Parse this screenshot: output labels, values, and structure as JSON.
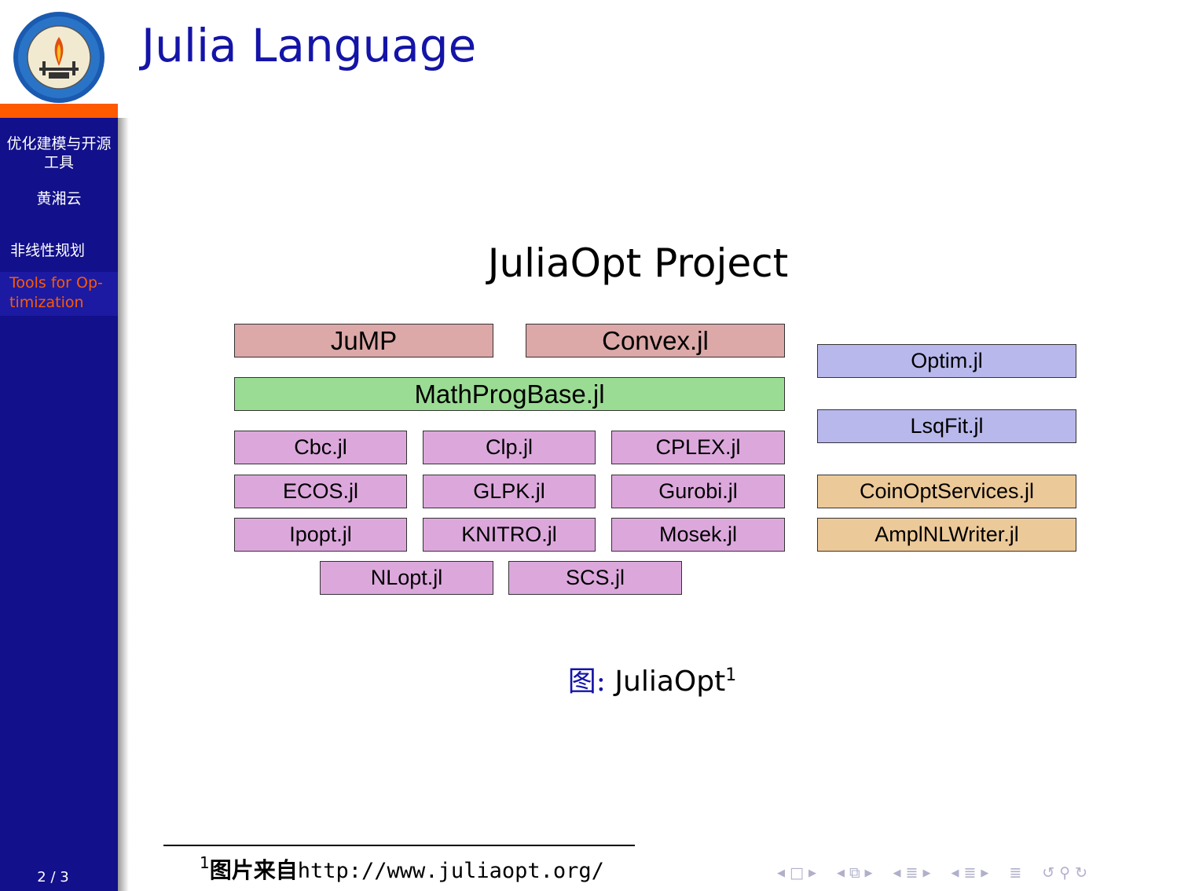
{
  "frame": {
    "title": "Julia Language"
  },
  "sidebar": {
    "title": "优化建模与开源工具",
    "author": "黄湘云",
    "section": "非线性规划",
    "subsection": "Tools for Op-timization",
    "page_number": "2 / 3"
  },
  "figure": {
    "heading": "JuliaOpt Project",
    "packages": {
      "modeling": [
        "JuMP",
        "Convex.jl"
      ],
      "base": "MathProgBase.jl",
      "solvers": [
        "Cbc.jl",
        "Clp.jl",
        "CPLEX.jl",
        "ECOS.jl",
        "GLPK.jl",
        "Gurobi.jl",
        "Ipopt.jl",
        "KNITRO.jl",
        "Mosek.jl",
        "NLopt.jl",
        "SCS.jl"
      ],
      "pure_julia": [
        "Optim.jl",
        "LsqFit.jl"
      ],
      "services": [
        "CoinOptServices.jl",
        "AmplNLWriter.jl"
      ]
    },
    "colors": {
      "modeling": "#dca8a8",
      "base": "#9bdc94",
      "solvers": "#dca8dc",
      "pure_julia": "#b8b8ec",
      "services": "#ecc998"
    },
    "caption_label": "图:",
    "caption_text": "JuliaOpt",
    "caption_footnote_mark": "1"
  },
  "footnote": {
    "mark": "1",
    "text": "图片来自",
    "url": "http://www.juliaopt.org/"
  },
  "nav": {
    "icons": [
      "frame-prev-icon",
      "frame-icon",
      "frame-next-icon",
      "subsection-prev-icon",
      "subsection-icon",
      "subsection-next-icon",
      "section-prev-icon",
      "section-icon",
      "section-next-icon",
      "doc-prev-icon",
      "doc-icon",
      "doc-next-icon",
      "toc-icon",
      "back-icon",
      "search-icon",
      "forward-icon"
    ]
  }
}
